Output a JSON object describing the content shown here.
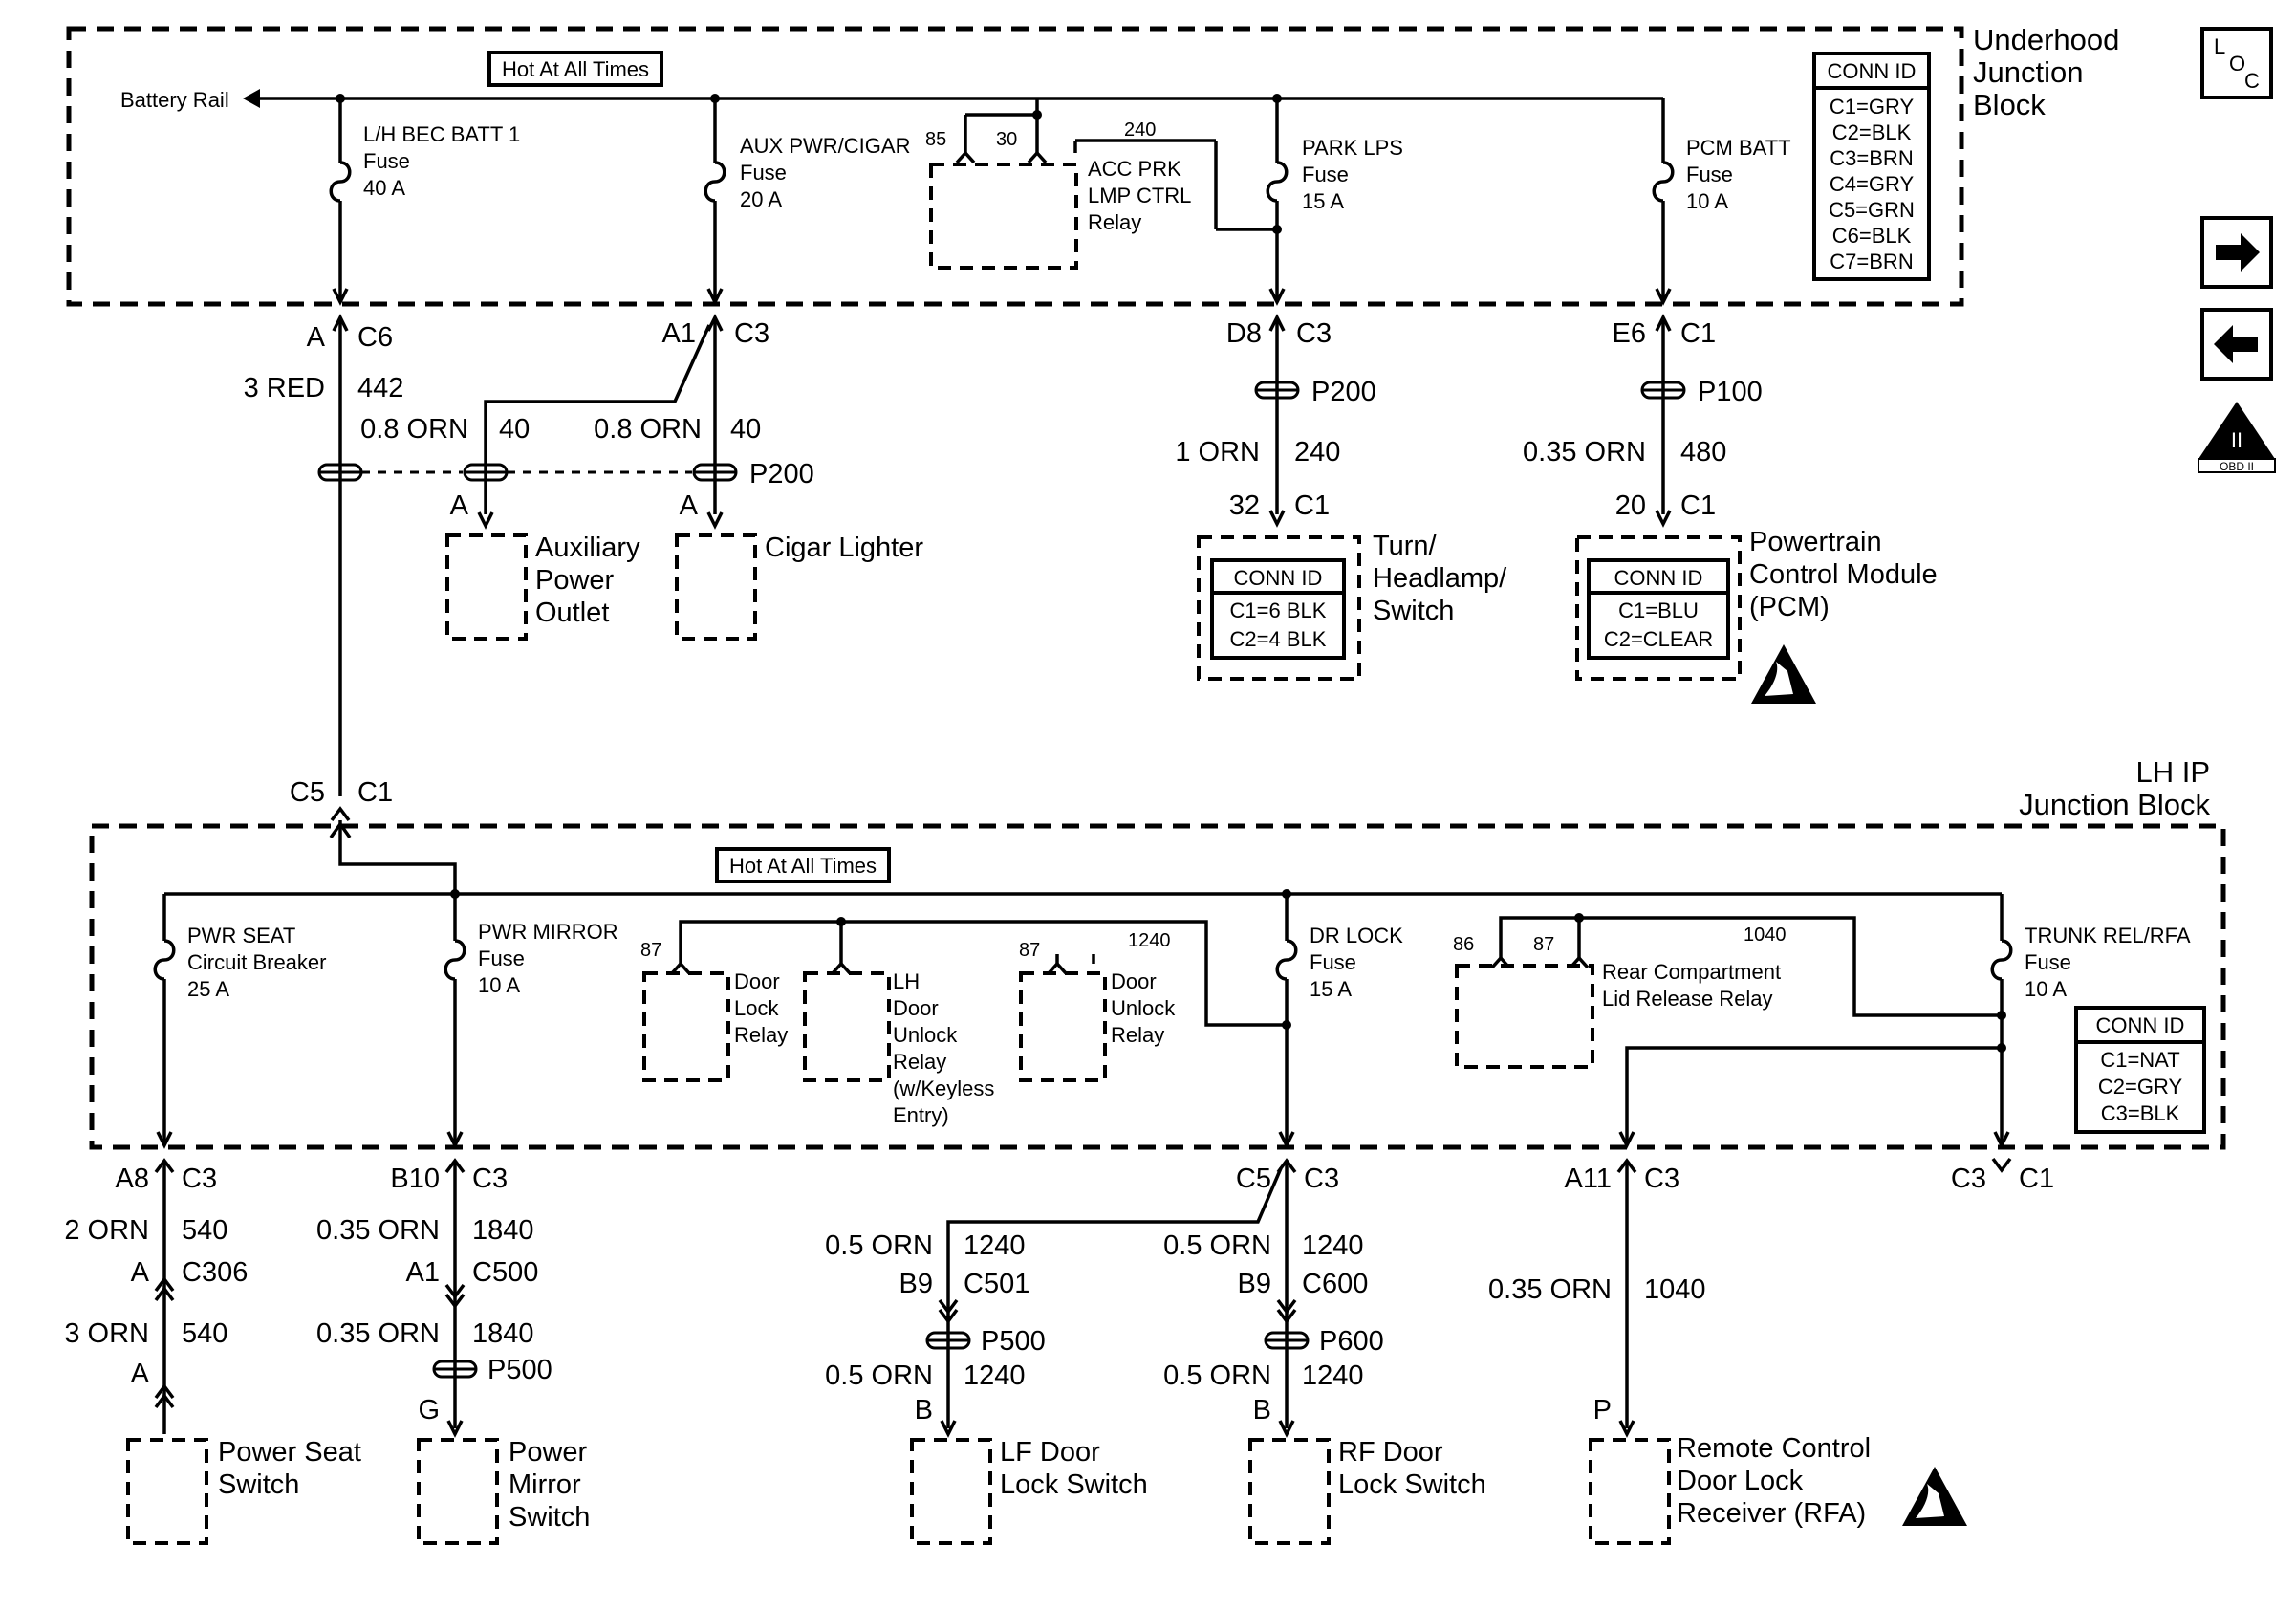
{
  "uhjb": {
    "label": [
      "Underhood",
      "Junction",
      "Block"
    ],
    "hot": "Hot At All Times",
    "battery_rail": "Battery Rail",
    "fuse1": [
      "L/H BEC BATT 1",
      "Fuse",
      "40 A"
    ],
    "fuse2": [
      "AUX PWR/CIGAR",
      "Fuse",
      "20 A"
    ],
    "relay": [
      "ACC PRK",
      "LMP CTRL",
      "Relay"
    ],
    "relay_pins": [
      "85",
      "30",
      "240"
    ],
    "fuse3": [
      "PARK LPS",
      "Fuse",
      "15 A"
    ],
    "fuse4": [
      "PCM BATT",
      "Fuse",
      "10 A"
    ],
    "conn_title": "CONN ID",
    "conn": [
      "C1=GRY",
      "C2=BLK",
      "C3=BRN",
      "C4=GRY",
      "C5=GRN",
      "C6=BLK",
      "C7=BRN"
    ]
  },
  "upper": {
    "a_c6": [
      "A",
      "C6"
    ],
    "w_3red": [
      "3 RED",
      "442"
    ],
    "a1_c3": [
      "A1",
      "C3"
    ],
    "w_orn1": [
      "0.8 ORN",
      "40"
    ],
    "w_orn2": [
      "0.8 ORN",
      "40"
    ],
    "p200a": "P200",
    "aux_pin": "A",
    "aux": [
      "Auxiliary",
      "Power",
      "Outlet"
    ],
    "cig_pin": "A",
    "cig": "Cigar Lighter",
    "d8_c3": [
      "D8",
      "C3"
    ],
    "p200b": "P200",
    "w_1orn": [
      "1 ORN",
      "240"
    ],
    "pin32": [
      "32",
      "C1"
    ],
    "turn": [
      "Turn/",
      "Headlamp/",
      "Switch"
    ],
    "turn_conn": [
      "CONN ID",
      "C1=6 BLK",
      "C2=4 BLK"
    ],
    "e6_c1": [
      "E6",
      "C1"
    ],
    "p100": "P100",
    "w_035orn": [
      "0.35 ORN",
      "480"
    ],
    "pin20": [
      "20",
      "C1"
    ],
    "pcm": [
      "Powertrain",
      "Control Module",
      "(PCM)"
    ],
    "pcm_conn": [
      "CONN ID",
      "C1=BLU",
      "C2=CLEAR"
    ],
    "c5_c1": [
      "C5",
      "C1"
    ]
  },
  "lhip": {
    "label": [
      "LH IP",
      "Junction Block"
    ],
    "hot": "Hot At All Times",
    "f_seat": [
      "PWR SEAT",
      "Circuit Breaker",
      "25 A"
    ],
    "f_mirror": [
      "PWR MIRROR",
      "Fuse",
      "10 A"
    ],
    "r_lock": [
      "Door",
      "Lock",
      "Relay"
    ],
    "r_lh": [
      "LH",
      "Door",
      "Unlock",
      "Relay",
      "(w/Keyless",
      "Entry)"
    ],
    "r_unlock": [
      "Door",
      "Unlock",
      "Relay"
    ],
    "pins_lock": [
      "87",
      "87",
      "1240"
    ],
    "f_drlock": [
      "DR LOCK",
      "Fuse",
      "15 A"
    ],
    "r_rear": [
      "Rear Compartment",
      "Lid Release Relay"
    ],
    "pins_rear": [
      "86",
      "87",
      "1040"
    ],
    "f_trunk": [
      "TRUNK REL/RFA",
      "Fuse",
      "10 A"
    ],
    "conn_title": "CONN ID",
    "conn": [
      "C1=NAT",
      "C2=GRY",
      "C3=BLK"
    ]
  },
  "lower": {
    "a8": [
      "A8",
      "C3"
    ],
    "b10": [
      "B10",
      "C3"
    ],
    "c5": [
      "C5",
      "C3"
    ],
    "a11": [
      "A11",
      "C3"
    ],
    "c3c1": [
      "C3",
      "C1"
    ],
    "w_2orn": [
      "2 ORN",
      "540"
    ],
    "c306": [
      "A",
      "C306"
    ],
    "w_3orn": [
      "3 ORN",
      "540"
    ],
    "seat_pin": "A",
    "seat": [
      "Power Seat",
      "Switch"
    ],
    "w_m1": [
      "0.35 ORN",
      "1840"
    ],
    "c500": [
      "A1",
      "C500"
    ],
    "w_m2": [
      "0.35 ORN",
      "1840"
    ],
    "p500m": "P500",
    "mir_pin": "G",
    "mirror": [
      "Power",
      "Mirror",
      "Switch"
    ],
    "w_lf1": [
      "0.5 ORN",
      "1240"
    ],
    "c501": [
      "B9",
      "C501"
    ],
    "p500": "P500",
    "w_lf2": [
      "0.5 ORN",
      "1240"
    ],
    "lf_pin": "B",
    "lf": [
      "LF Door",
      "Lock Switch"
    ],
    "w_rf1": [
      "0.5 ORN",
      "1240"
    ],
    "c600": [
      "B9",
      "C600"
    ],
    "p600": "P600",
    "w_rf2": [
      "0.5 ORN",
      "1240"
    ],
    "rf_pin": "B",
    "rf": [
      "RF Door",
      "Lock Switch"
    ],
    "w_rfa": [
      "0.35 ORN",
      "1040"
    ],
    "rfa_pin": "P",
    "rfa": [
      "Remote Control",
      "Door Lock",
      "Receiver (RFA)"
    ]
  },
  "side": {
    "loc": [
      "L",
      "O",
      "C"
    ],
    "obd": [
      "II",
      "OBD II"
    ],
    "fwd": "right-arrow-icon",
    "back": "left-arrow-icon"
  }
}
